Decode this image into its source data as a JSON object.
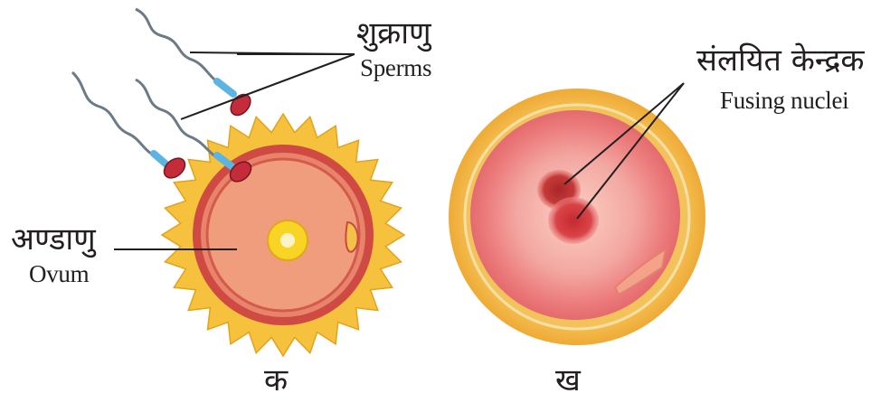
{
  "panels": [
    {
      "id": "ka",
      "caption": "क",
      "labels": {
        "sperms_hindi": "शुक्राणु",
        "sperms_english": "Sperms",
        "ovum_hindi": "अण्डाणु",
        "ovum_english": "Ovum"
      }
    },
    {
      "id": "kha",
      "caption": "ख",
      "labels": {
        "nuclei_hindi": "संलयित केन्द्रक",
        "nuclei_english": "Fusing nuclei"
      }
    }
  ],
  "colors": {
    "corona": "#f6c23e",
    "corona_edge": "#e2a21c",
    "zona": "#c8403d",
    "cytoplasm": "#ee9a78",
    "nucleus": "#f7d21c",
    "sperm_head": "#c42c3a",
    "sperm_midpiece": "#5bb4e2",
    "sperm_tail": "#6c7b86",
    "zygote_outer": "#f3b948",
    "zygote_inner": "#ee6a6a",
    "fused_nucleus": "#b8302c"
  }
}
